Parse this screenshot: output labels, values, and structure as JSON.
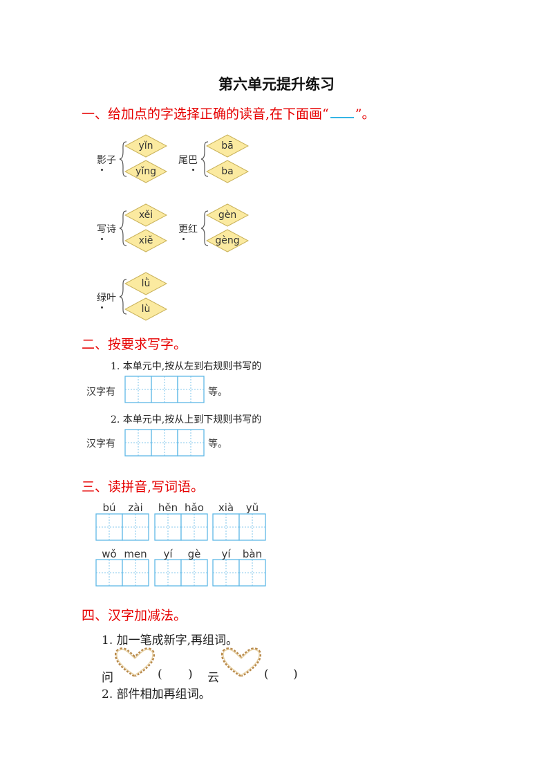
{
  "title": "第六单元提升练习",
  "section1": {
    "heading_before": "一、给加点的字选择正确的读音,在下面画“",
    "heading_after": "”。",
    "items": [
      {
        "pre": "影",
        "dotted": "",
        "post": "子",
        "opt1": "yǐn",
        "opt2": "yǐng"
      },
      {
        "pre": "尾",
        "dotted": "巴",
        "post": "",
        "opt1": "bā",
        "opt2": "ba"
      },
      {
        "pre": "写",
        "dotted": "",
        "post": "诗",
        "opt1": "xěi",
        "opt2": "xiě"
      },
      {
        "pre": "",
        "dotted": "更",
        "post": "红",
        "opt1": "gèn",
        "opt2": "gèng"
      },
      {
        "pre": "",
        "dotted": "绿",
        "post": "叶",
        "opt1": "lǜ",
        "opt2": "lù"
      }
    ]
  },
  "section2": {
    "heading": "二、按要求写字。",
    "q1_line": "1. 本单元中,按从左到右规则书写的",
    "q2_line": "2. 本单元中,按从上到下规则书写的",
    "prefix": "汉字有",
    "suffix": "等。"
  },
  "section3": {
    "heading": "三、读拼音,写词语。",
    "row1": [
      "bú",
      "zài",
      "hěn",
      "hǎo",
      "xià",
      "yǔ"
    ],
    "row2": [
      "wǒ",
      "men",
      "yí",
      "gè",
      "yí",
      "bàn"
    ]
  },
  "section4": {
    "heading": "四、汉字加减法。",
    "task1": "1. 加一笔成新字,再组词。",
    "char1": "问",
    "char2": "云",
    "paren_open": "(",
    "paren_close": ")",
    "task2": "2. 部件相加再组词。"
  },
  "colors": {
    "heading": "#e60000",
    "diamond_fill": "#fbeaa0",
    "diamond_stroke": "#c9b25a",
    "grid": "#5fb8e6",
    "heart": "#b8894a"
  }
}
